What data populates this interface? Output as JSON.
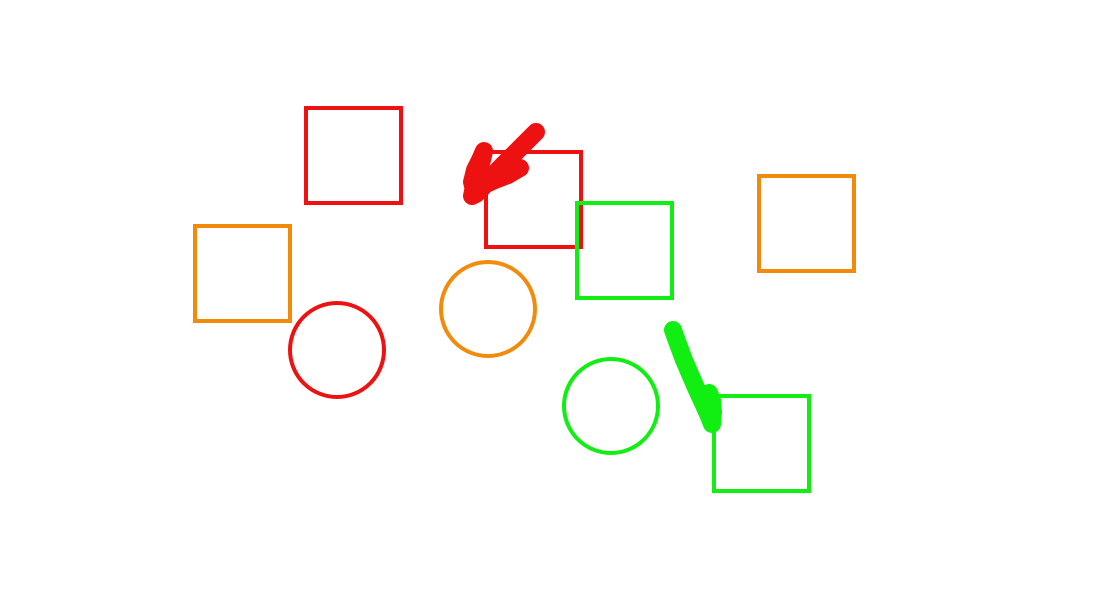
{
  "canvas": {
    "background": "#ffffff"
  },
  "colors": {
    "red": "#ee1111",
    "orange": "#f28a0c",
    "green": "#11ee11"
  },
  "shapes": [
    {
      "name": "red-square-top",
      "kind": "square",
      "color": "red"
    },
    {
      "name": "red-square-middle",
      "kind": "square",
      "color": "red"
    },
    {
      "name": "orange-square-left",
      "kind": "square",
      "color": "orange"
    },
    {
      "name": "orange-square-right",
      "kind": "square",
      "color": "orange"
    },
    {
      "name": "green-square-middle",
      "kind": "square",
      "color": "green"
    },
    {
      "name": "green-square-bottom",
      "kind": "square",
      "color": "green"
    },
    {
      "name": "red-circle",
      "kind": "circle",
      "color": "red"
    },
    {
      "name": "orange-circle",
      "kind": "circle",
      "color": "orange"
    },
    {
      "name": "green-circle",
      "kind": "circle",
      "color": "green"
    }
  ],
  "strokes": [
    {
      "name": "red-scribble-stroke",
      "color": "red"
    },
    {
      "name": "green-scribble-stroke",
      "color": "green"
    }
  ]
}
